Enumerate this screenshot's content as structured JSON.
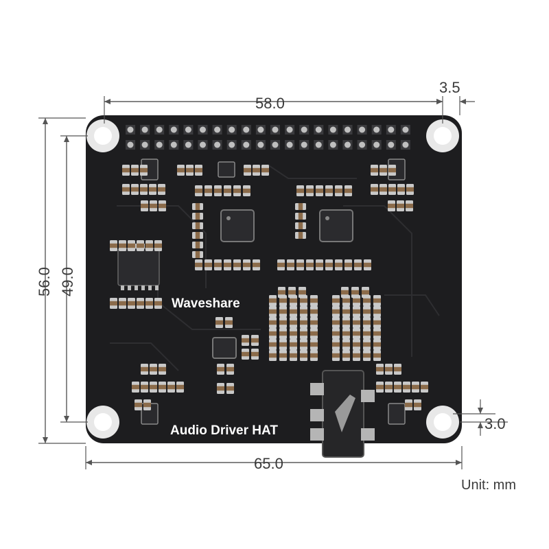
{
  "dimensions": {
    "width_header": "58.0",
    "edge_offset": "3.5",
    "height_total": "56.0",
    "height_holes": "49.0",
    "hole_offset": "3.0",
    "width_total": "65.0"
  },
  "board": {
    "brand": "Waveshare",
    "product": "Audio Driver HAT"
  },
  "unit_label": "Unit: mm",
  "colors": {
    "pcb": "#1d1d1f",
    "pad": "#c9c9c9",
    "dim_line": "#555555",
    "text": "#3a3a3a"
  }
}
